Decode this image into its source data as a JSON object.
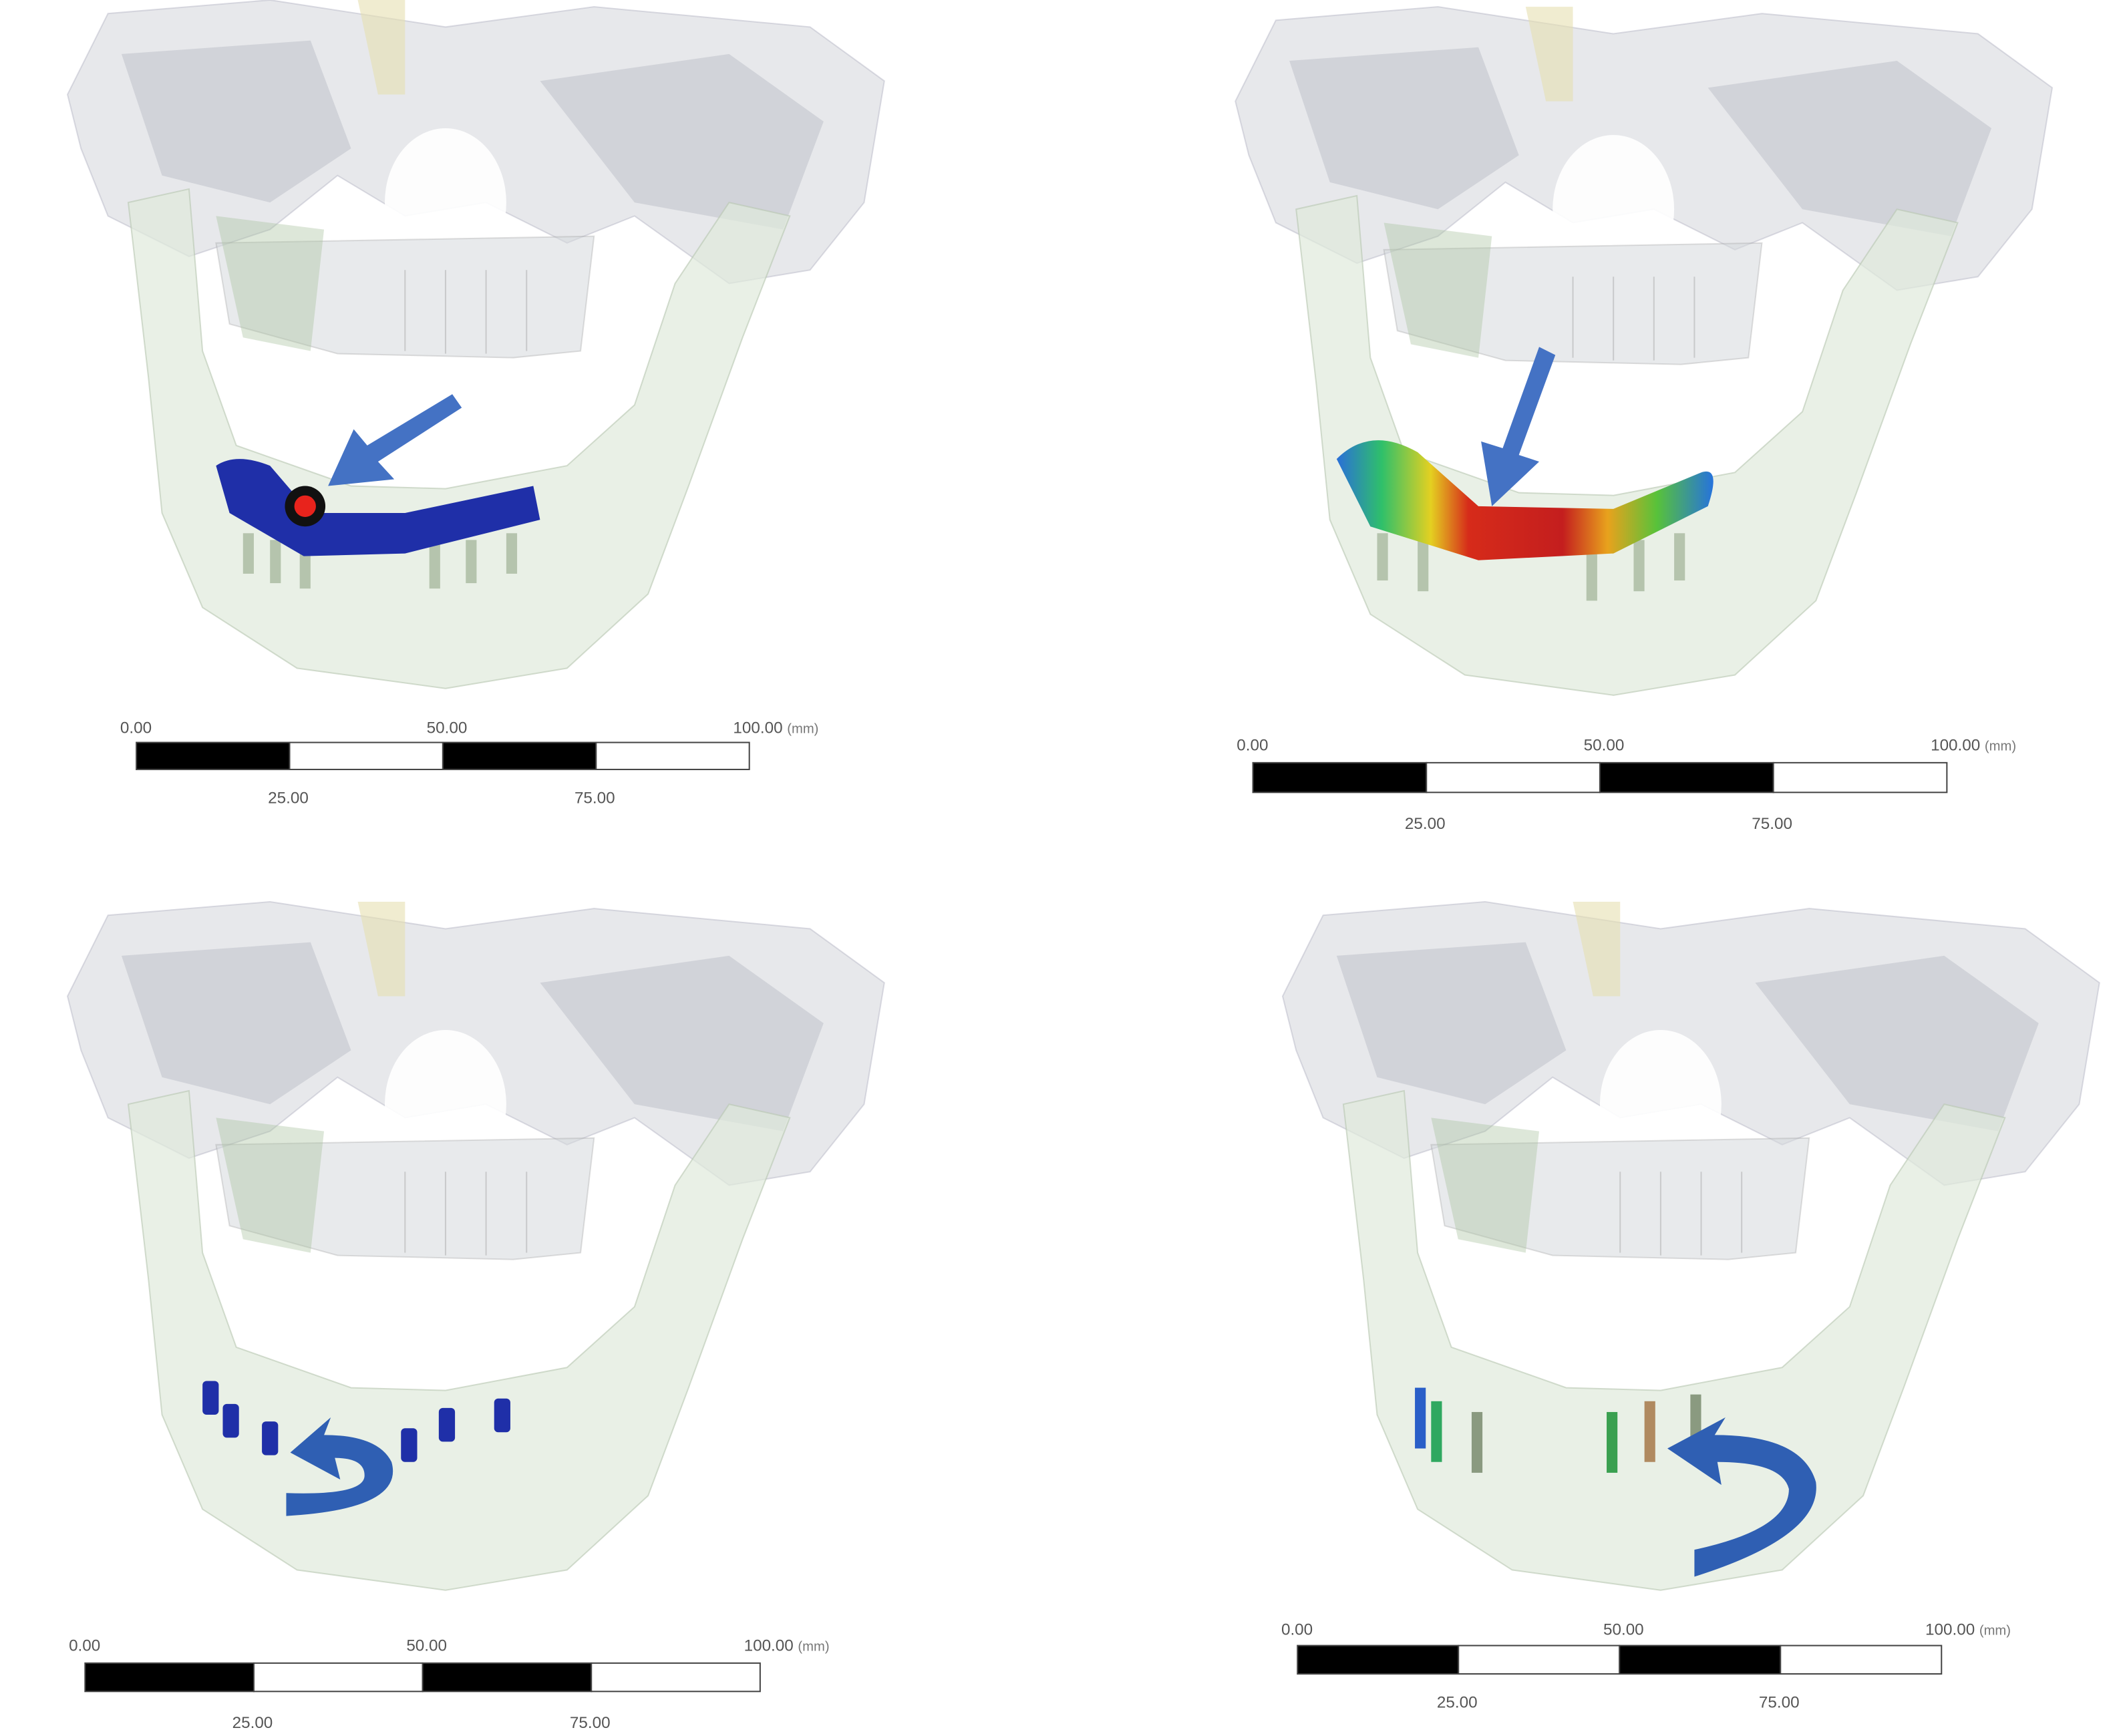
{
  "figure": {
    "panels": [
      {
        "id": "top-left",
        "model": "prosthesis-bar",
        "colormap": "blue-uniform",
        "marker": "red-point",
        "arrow": "straight"
      },
      {
        "id": "top-right",
        "model": "prosthesis-bar",
        "colormap": "rainbow",
        "arrow": "straight"
      },
      {
        "id": "bottom-left",
        "model": "implants",
        "colormap": "blue-uniform",
        "arrow": "curved"
      },
      {
        "id": "bottom-right",
        "model": "implants",
        "colormap": "rainbow",
        "arrow": "curved"
      }
    ],
    "scale_bar": {
      "labels_top": [
        "0.00",
        "50.00",
        "100.00"
      ],
      "unit": "(mm)",
      "labels_bottom": [
        "25.00",
        "75.00"
      ]
    },
    "colors": {
      "arrow": "#4472c4",
      "bar_blue": "#1f2fa8",
      "marker": "#e8231c",
      "bone": "#dfeadb",
      "skull": "#c9ccd2"
    }
  }
}
